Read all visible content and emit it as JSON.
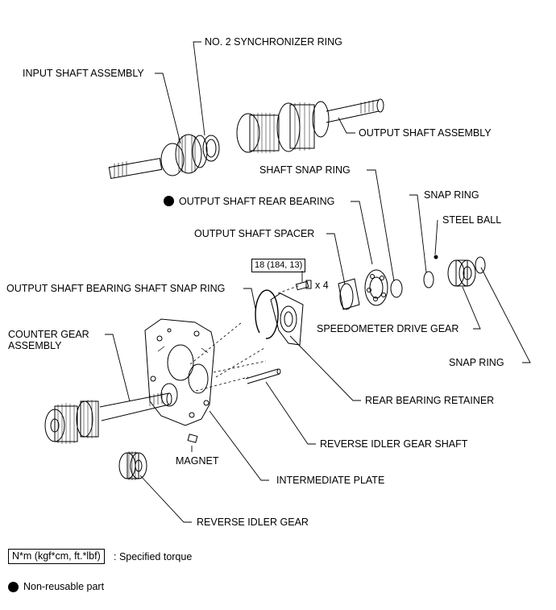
{
  "labels": {
    "no2_synchronizer_ring": "NO. 2 SYNCHRONIZER RING",
    "input_shaft_assembly": "INPUT SHAFT ASSEMBLY",
    "output_shaft_assembly": "OUTPUT SHAFT ASSEMBLY",
    "shaft_snap_ring": "SHAFT SNAP RING",
    "snap_ring_upper": "SNAP RING",
    "output_shaft_rear_bearing": "OUTPUT SHAFT REAR BEARING",
    "steel_ball": "STEEL BALL",
    "output_shaft_spacer": "OUTPUT SHAFT SPACER",
    "output_shaft_bearing_snap_ring": "OUTPUT SHAFT BEARING SHAFT SNAP RING",
    "speedometer_drive_gear": "SPEEDOMETER DRIVE GEAR",
    "counter_gear_assembly": "COUNTER GEAR\nASSEMBLY",
    "snap_ring_lower": "SNAP RING",
    "rear_bearing_retainer": "REAR BEARING RETAINER",
    "reverse_idler_gear_shaft": "REVERSE IDLER GEAR SHAFT",
    "magnet": "MAGNET",
    "intermediate_plate": "INTERMEDIATE PLATE",
    "reverse_idler_gear": "REVERSE IDLER GEAR"
  },
  "torque_spec": {
    "value": "18 (184, 13)",
    "quantity": "x 4"
  },
  "legend": {
    "torque_units": "N*m (kgf*cm, ft.*lbf)",
    "torque_desc": ": Specified torque",
    "non_reusable": "Non-reusable part"
  }
}
